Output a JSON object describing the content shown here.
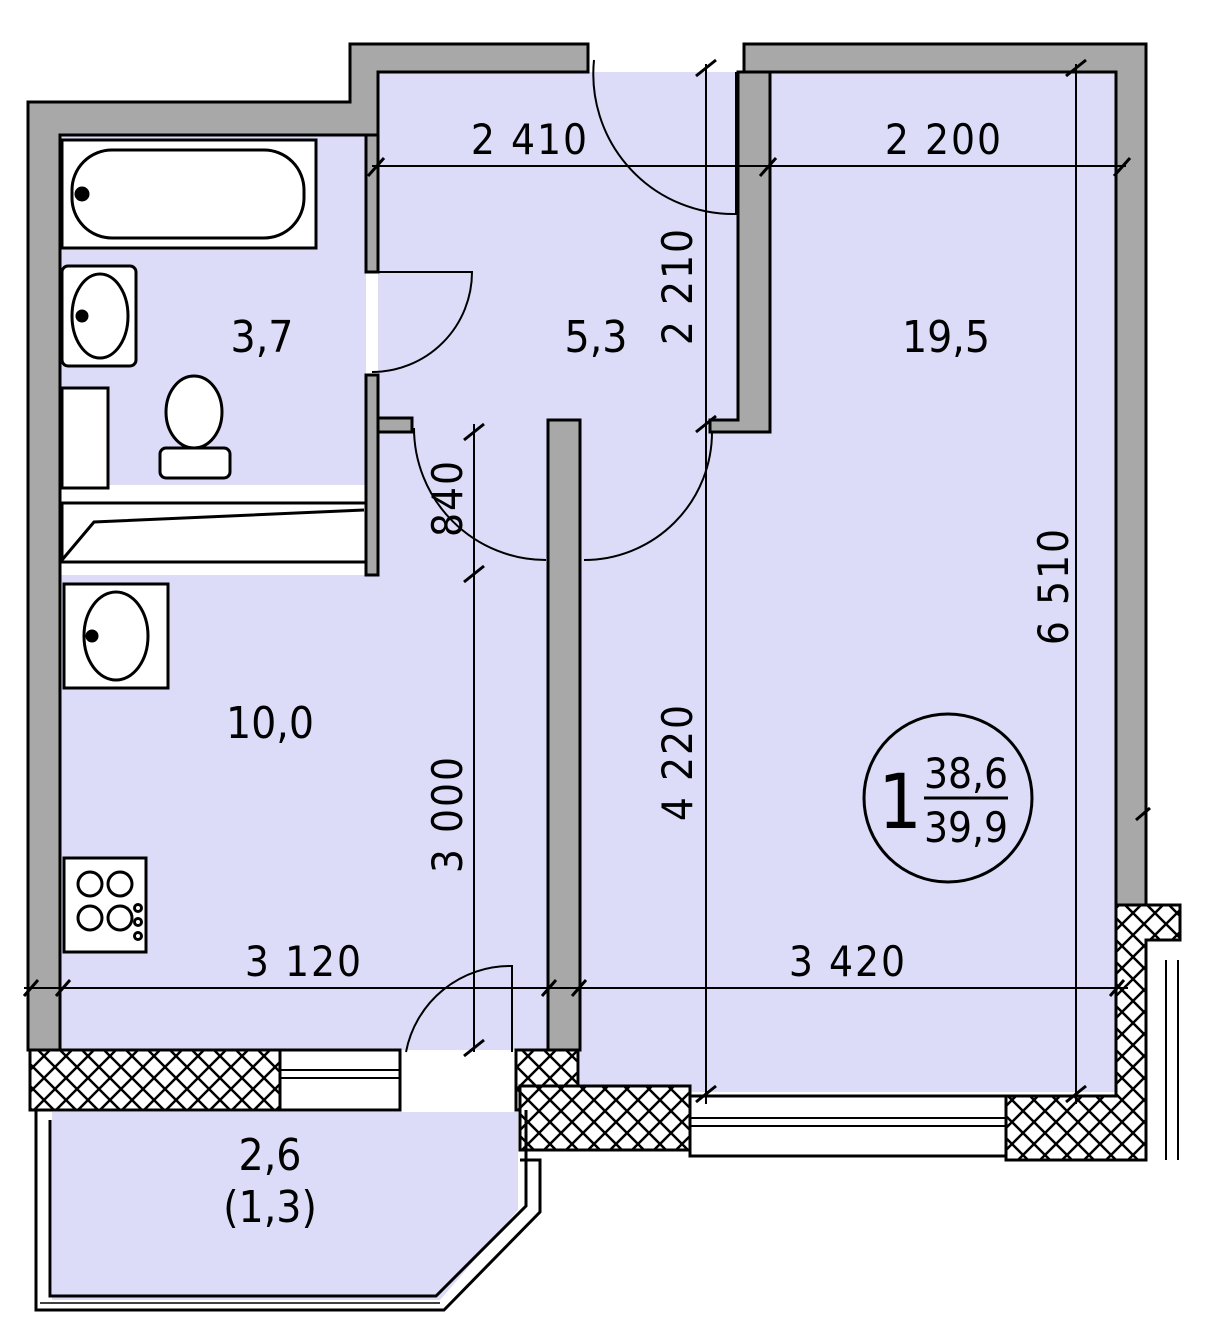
{
  "plan": {
    "rooms": {
      "bathroom_area": "3,7",
      "hall_area": "5,3",
      "living_area": "19,5",
      "kitchen_area": "10,0",
      "balcony_area": "2,6",
      "balcony_reduced": "(1,3)"
    },
    "dimensions": {
      "hall_width": "2 410",
      "room_width_top": "2 200",
      "hall_depth": "2 210",
      "door_opening": "840",
      "kitchen_depth": "3 000",
      "corridor_length": "4 220",
      "room_depth": "6 510",
      "kitchen_width": "3 120",
      "room_width_bottom": "3 420"
    },
    "badge": {
      "rooms_count": "1",
      "living_total": "38,6",
      "total_with_balcony": "39,9"
    },
    "colors": {
      "floor_fill": "#dcdcf8",
      "wall_gray": "#a8a8a8",
      "line": "#000000"
    }
  }
}
